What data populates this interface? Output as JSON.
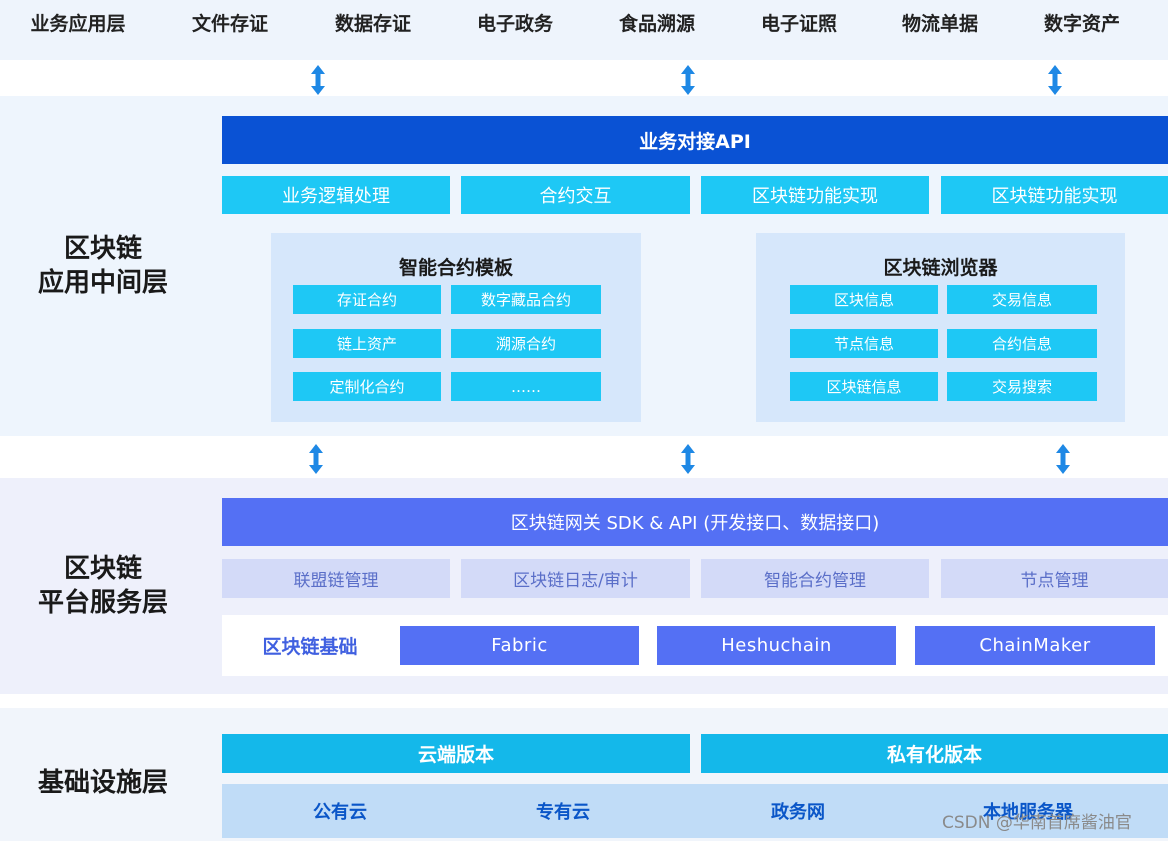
{
  "top_row": {
    "title": "业务应用层",
    "items": [
      "文件存证",
      "数据存证",
      "电子政务",
      "食品溯源",
      "电子证照",
      "物流单据",
      "数字资产"
    ]
  },
  "middleware": {
    "title_line1": "区块链",
    "title_line2": "应用中间层",
    "api_bar": "业务对接API",
    "functions": [
      "业务逻辑处理",
      "合约交互",
      "区块链功能实现",
      "区块链功能实现"
    ],
    "contract_panel": {
      "title": "智能合约模板",
      "items": [
        "存证合约",
        "数字藏品合约",
        "链上资产",
        "溯源合约",
        "定制化合约",
        "……"
      ]
    },
    "browser_panel": {
      "title": "区块链浏览器",
      "items": [
        "区块信息",
        "交易信息",
        "节点信息",
        "合约信息",
        "区块链信息",
        "交易搜索"
      ]
    }
  },
  "platform": {
    "title_line1": "区块链",
    "title_line2": "平台服务层",
    "gateway_bar": "区块链网关 SDK & API (开发接口、数据接口)",
    "services": [
      "联盟链管理",
      "区块链日志/审计",
      "智能合约管理",
      "节点管理"
    ],
    "base_label": "区块链基础",
    "chains": [
      "Fabric",
      "Heshuchain",
      "ChainMaker"
    ]
  },
  "infrastructure": {
    "title": "基础设施层",
    "versions": [
      "云端版本",
      "私有化版本"
    ],
    "items": [
      "公有云",
      "专有云",
      "政务网",
      "本地服务器"
    ]
  },
  "watermark": "CSDN @华南首席酱油官",
  "colors": {
    "primary_blue": "#0a52d4",
    "cyan": "#1ec8f5",
    "indigo": "#5470f4",
    "arrow": "#1e88e5"
  }
}
